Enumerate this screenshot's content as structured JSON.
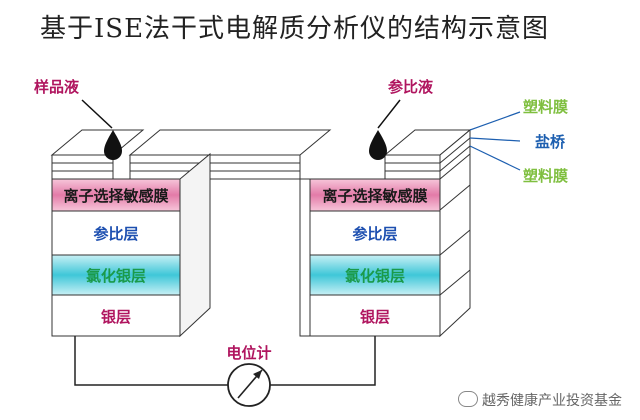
{
  "title": "基于ISE法干式电解质分析仪的结构示意图",
  "labels": {
    "sample_liquid": "样品液",
    "reference_liquid": "参比液",
    "plastic_film_top": "塑料膜",
    "salt_bridge": "盐桥",
    "plastic_film_bottom": "塑料膜",
    "potentiometer": "电位计"
  },
  "electrodes": {
    "left": {
      "ion_selective_membrane": "离子选择敏感膜",
      "reference_layer": "参比层",
      "silver_chloride_layer": "氯化银层",
      "silver_layer": "银层"
    },
    "right": {
      "ion_selective_membrane": "离子选择敏感膜",
      "reference_layer": "参比层",
      "silver_chloride_layer": "氯化银层",
      "silver_layer": "银层"
    }
  },
  "watermark": "越秀健康产业投资基金",
  "colors": {
    "label_magenta": "#b0155f",
    "plastic_film": "#7fbf3f",
    "salt_bridge": "#1d5fb0",
    "membrane_fill": "#e37ba8",
    "silver_chloride_fill": "#3fc7d8",
    "green_text": "#1a9a4a",
    "blue_text": "#1d4fb0"
  }
}
